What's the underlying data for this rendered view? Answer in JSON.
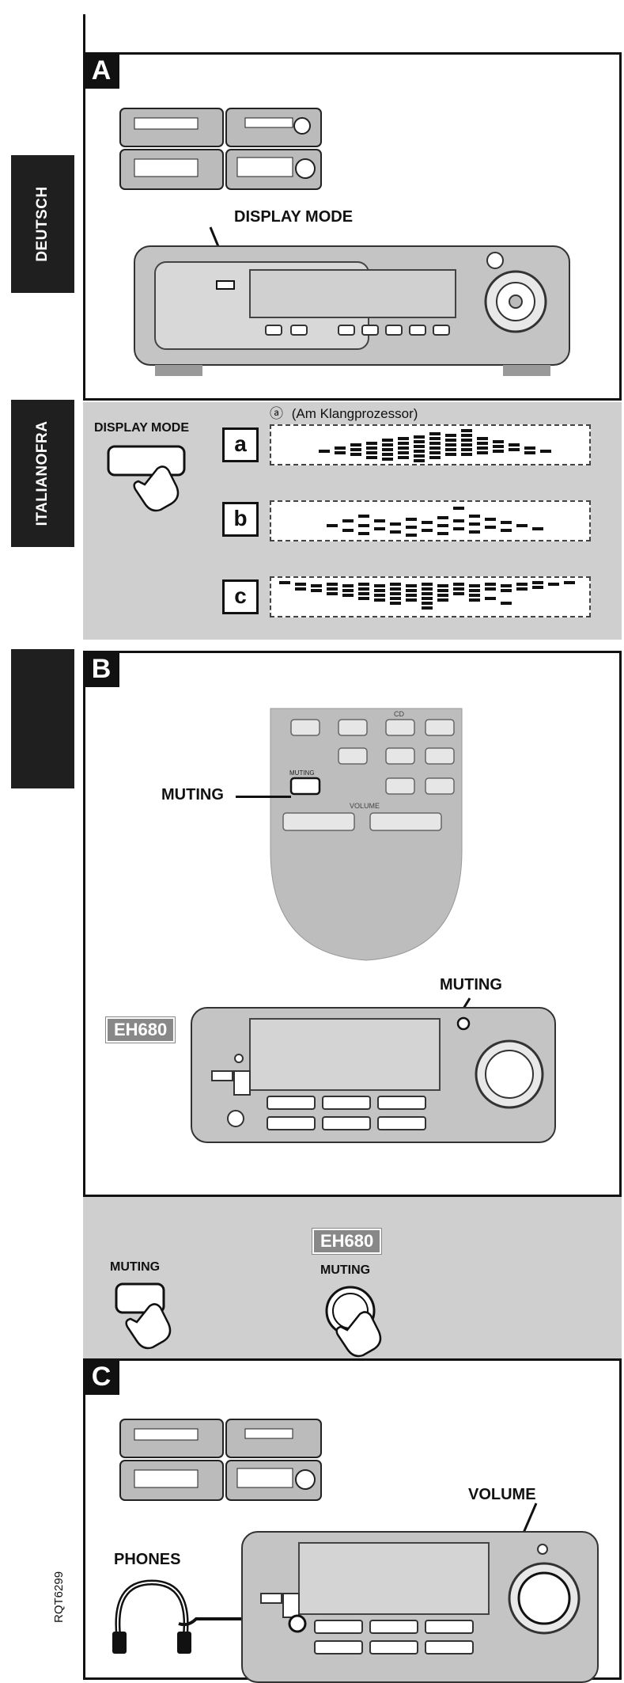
{
  "tabs": [
    "DEUTSCH",
    "ITALIANOFRA"
  ],
  "sections": {
    "a": {
      "letter": "A",
      "display_mode_label": "DISPLAY MODE"
    },
    "display": {
      "button_label": "DISPLAY MODE",
      "note_marker": "ⓐ",
      "note_text": "(Am Klangprozessor)",
      "options": [
        "a",
        "b",
        "c"
      ]
    },
    "b": {
      "letter": "B",
      "remote_muting_label": "MUTING",
      "remote_button_text": "MUTING",
      "remote_volume_text": "VOLUME",
      "remote_cd_text": "CD",
      "model_badge": "EH680",
      "unit_muting_label": "MUTING"
    },
    "muting_ops": {
      "button_label": "MUTING",
      "model_badge": "EH680",
      "knob_label": "MUTING"
    },
    "c": {
      "letter": "C",
      "volume_label": "VOLUME",
      "phones_label": "PHONES"
    }
  },
  "doc_code": "RQT6299"
}
